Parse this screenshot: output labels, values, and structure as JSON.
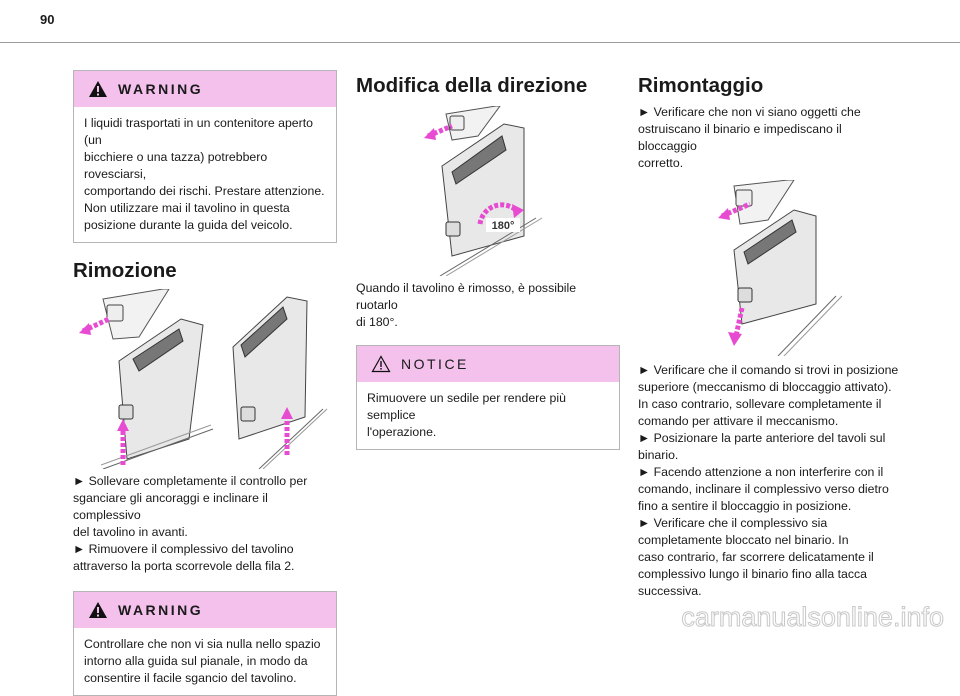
{
  "page_number": "90",
  "warning1": {
    "title": "WARNING",
    "lines": [
      "I liquidi trasportati in un contenitore aperto (un",
      "bicchiere o una tazza) potrebbero rovesciarsi,",
      "comportando dei rischi. Prestare attenzione.",
      "Non utilizzare mai il tavolino in questa",
      "posizione durante la guida del veicolo."
    ]
  },
  "removal": {
    "heading": "Rimozione",
    "lines": [
      "► Sollevare completamente il controllo per",
      "sganciare gli ancoraggi e inclinare il complessivo",
      "del tavolino in avanti.",
      "► Rimuovere il complessivo del tavolino",
      "attraverso la porta scorrevole della fila 2."
    ]
  },
  "warning2": {
    "title": "WARNING",
    "lines": [
      "Controllare che non vi sia nulla nello spazio",
      "intorno alla guida sul pianale, in modo da",
      "consentire il facile sgancio del tavolino."
    ]
  },
  "direction": {
    "heading": "Modifica della direzione",
    "badge": "180°",
    "lines": [
      "Quando il tavolino è rimosso, è possibile ruotarlo",
      "di 180°."
    ]
  },
  "notice": {
    "title": "NOTICE",
    "lines": [
      "Rimuovere un sedile per rendere più semplice",
      "l'operazione."
    ]
  },
  "reassembly": {
    "heading": "Rimontaggio",
    "intro_lines": [
      "► Verificare che non vi siano oggetti che",
      "ostruiscano il binario e impediscano il bloccaggio",
      "corretto."
    ],
    "lines": [
      "► Verificare che il comando si trovi in posizione",
      "superiore (meccanismo di bloccaggio attivato).",
      "In caso contrario, sollevare completamente il",
      "comando per attivare il meccanismo.",
      "► Posizionare la parte anteriore del tavoli sul",
      "binario.",
      "► Facendo attenzione a non interferire con il",
      "comando, inclinare il complessivo verso dietro",
      "fino a sentire il bloccaggio in posizione.",
      "► Verificare che il complessivo sia",
      "completamente bloccato nel binario. In",
      "caso contrario, far scorrere delicatamente il",
      "complessivo lungo il binario fino alla tacca",
      "successiva."
    ]
  },
  "footer": {
    "watermark": "carmanualsonline.info"
  },
  "colors": {
    "accent_pink": "#f3c1ec",
    "arrow_pink": "#e64bd2"
  }
}
